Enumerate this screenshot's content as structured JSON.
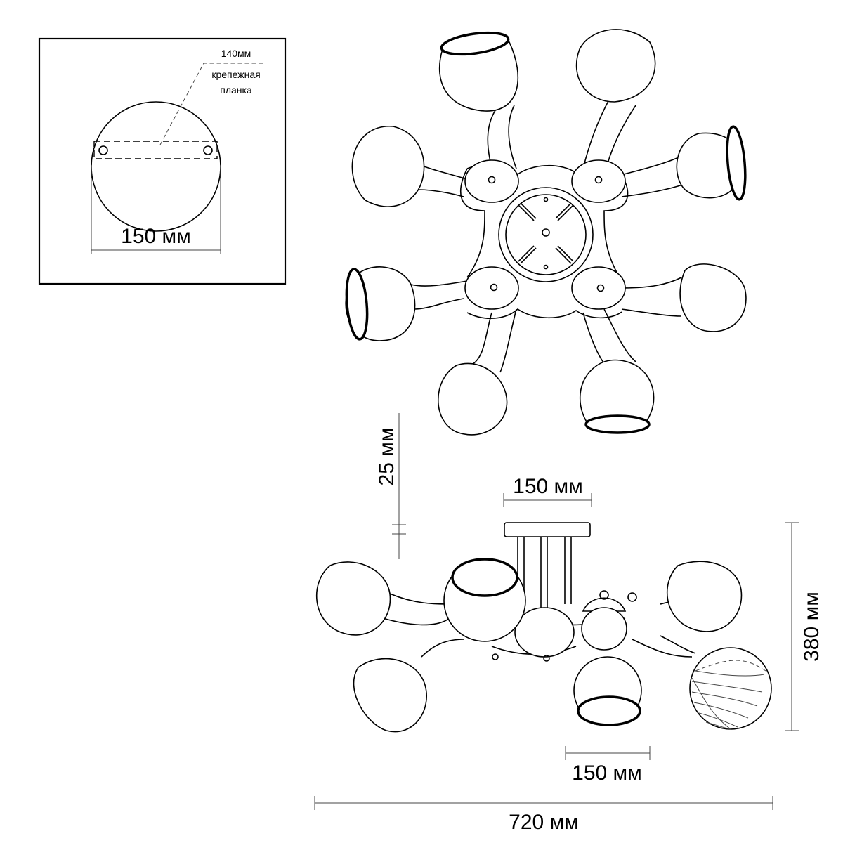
{
  "mount_inset": {
    "bracket_length": "140мм",
    "bracket_caption_1": "крепежная",
    "bracket_caption_2": "планка",
    "canopy_diameter": "150 мм"
  },
  "dimensions": {
    "canopy_gap": "25 мм",
    "canopy_width": "150 мм",
    "total_height": "380 мм",
    "shade_width": "150 мм",
    "total_width": "720 мм"
  },
  "colors": {
    "line": "#000000",
    "background": "#ffffff"
  }
}
